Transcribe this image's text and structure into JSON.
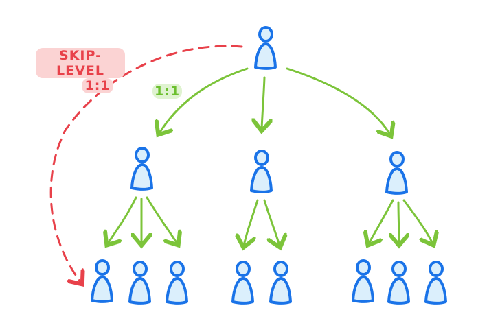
{
  "labels": {
    "skip_level_line1": "SKIP-LEVEL",
    "skip_level_line2": "1:1",
    "one_on_one": "1:1"
  },
  "colors": {
    "person_stroke": "#1a73e8",
    "person_fill": "#dbeffc",
    "direct_arrow": "#7cc43a",
    "skip_arrow": "#e8414a"
  },
  "tree": {
    "root": "manager",
    "level1": [
      "report-left",
      "report-middle",
      "report-right"
    ],
    "level2": {
      "report-left": 3,
      "report-middle": 2,
      "report-right": 3
    }
  }
}
